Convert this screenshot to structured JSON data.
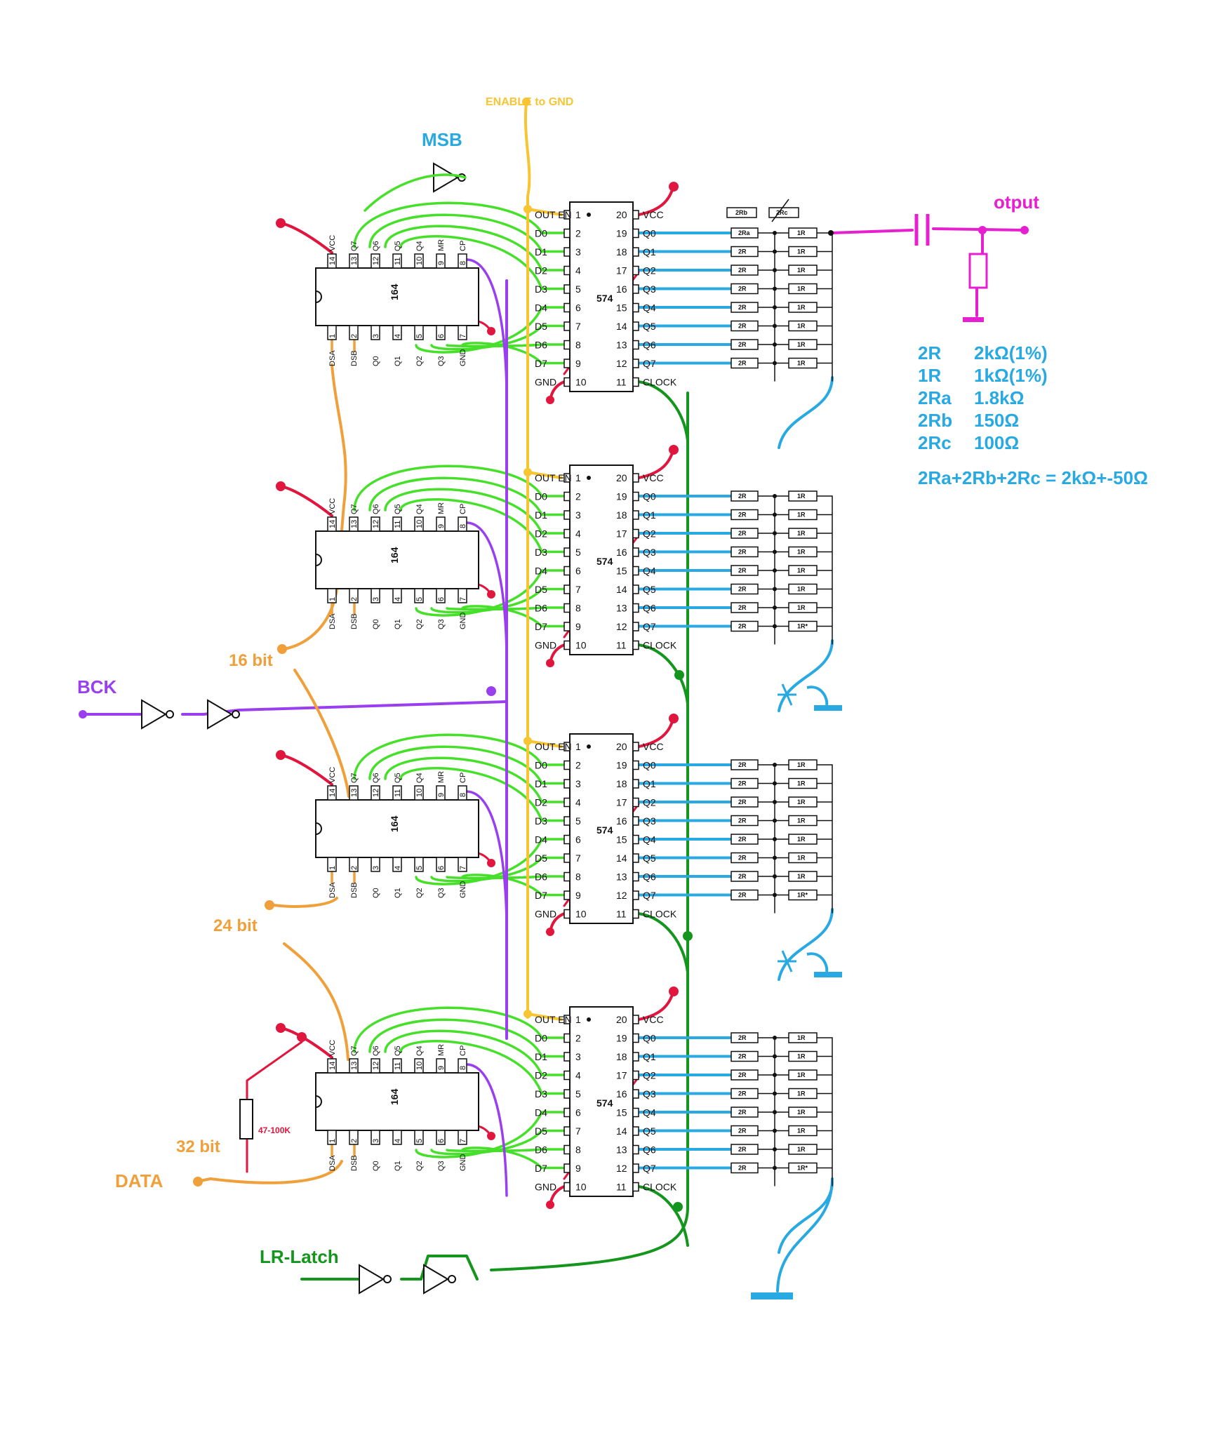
{
  "labels": {
    "enable": "ENABLE to GND",
    "msb": "MSB",
    "output": "otput",
    "bck": "BCK",
    "bit16": "16 bit",
    "bit24": "24 bit",
    "bit32": "32 bit",
    "data": "DATA",
    "lr_latch": "LR-Latch",
    "resistor_pullup": "47-100K"
  },
  "legend": {
    "rows": [
      {
        "name": "2R",
        "value": "2kΩ(1%)"
      },
      {
        "name": "1R",
        "value": "1kΩ(1%)"
      },
      {
        "name": "2Ra",
        "value": "1.8kΩ"
      },
      {
        "name": "2Rb",
        "value": "150Ω"
      },
      {
        "name": "2Rc",
        "value": "100Ω"
      }
    ],
    "formula": "2Ra+2Rb+2Rc = 2kΩ+-50Ω"
  },
  "chips": {
    "shift_register": {
      "part": "164",
      "top_pins": [
        "VCC",
        "Q7",
        "Q6",
        "Q5",
        "Q4",
        "MR",
        "CP"
      ],
      "top_nums": [
        "14",
        "13",
        "12",
        "11",
        "10",
        "9",
        "8"
      ],
      "bottom_pins": [
        "DSA",
        "DSB",
        "Q0",
        "Q1",
        "Q2",
        "Q3",
        "GND"
      ],
      "bottom_nums": [
        "1",
        "2",
        "3",
        "4",
        "5",
        "6",
        "7"
      ]
    },
    "latch": {
      "part": "574",
      "left_pins": [
        "OUT EN",
        "D0",
        "D1",
        "D2",
        "D3",
        "D4",
        "D5",
        "D6",
        "D7",
        "GND"
      ],
      "left_nums": [
        "1",
        "2",
        "3",
        "4",
        "5",
        "6",
        "7",
        "8",
        "9",
        "10"
      ],
      "right_pins": [
        "VCC",
        "Q0",
        "Q1",
        "Q2",
        "Q3",
        "Q4",
        "Q5",
        "Q6",
        "Q7",
        "CLOCK"
      ],
      "right_nums": [
        "20",
        "19",
        "18",
        "17",
        "16",
        "15",
        "14",
        "13",
        "12",
        "11"
      ]
    }
  },
  "resistors": {
    "ladder_2r": "2R",
    "ladder_1r": "1R",
    "ladder_1r_star": "1R*",
    "trim_a": "2Ra",
    "trim_b": "2Rb",
    "trim_c": "2Rc"
  },
  "colors": {
    "vcc": "#e0163e",
    "data_bus": "#46e02a",
    "bck": "#9a3ff0",
    "data_line": "#f0a03a",
    "enable": "#f7c531",
    "latch_clock": "#14961e",
    "dac_output": "#29a9e1",
    "audio_out": "#e61fd0"
  }
}
